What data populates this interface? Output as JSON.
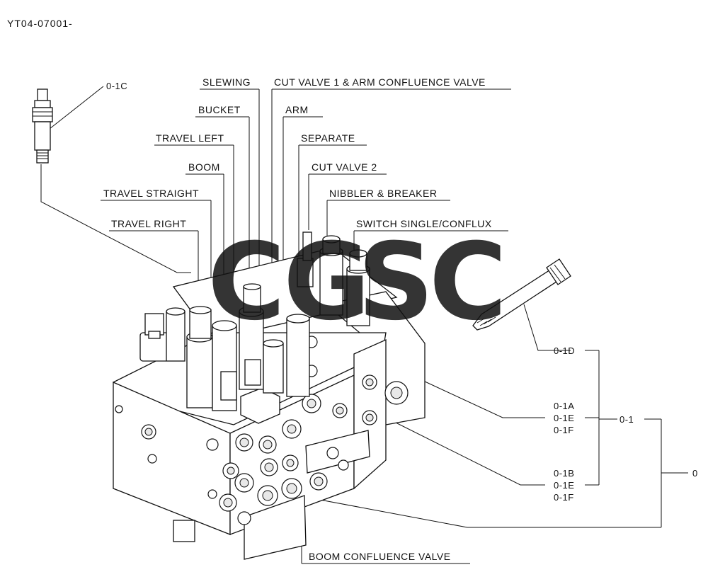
{
  "header": {
    "doc_code": "YT04-07001-"
  },
  "labels": {
    "slewing": "SLEWING",
    "cut_valve_1_arm_confluence": "CUT VALVE 1 & ARM CONFLUENCE VALVE",
    "bucket": "BUCKET",
    "arm": "ARM",
    "travel_left": "TRAVEL LEFT",
    "separate": "SEPARATE",
    "boom": "BOOM",
    "cut_valve_2": "CUT VALVE 2",
    "travel_straight": "TRAVEL STRAIGHT",
    "nibbler_breaker": "NIBBLER & BREAKER",
    "travel_right": "TRAVEL RIGHT",
    "switch_single_conflux": "SWITCH SINGLE/CONFLUX",
    "boom_confluence_valve": "BOOM CONFLUENCE VALVE"
  },
  "part_codes": {
    "fitting": "0-1C",
    "bolt": "0-1D",
    "group_a": [
      "0-1A",
      "0-1E",
      "0-1F"
    ],
    "group_b": [
      "0-1B",
      "0-1E",
      "0-1F"
    ],
    "assembly": "0-1",
    "root": "0"
  },
  "watermark": {
    "letters": [
      "C",
      "G",
      "S",
      "C"
    ],
    "colors": [
      "#2f7fe0",
      "#e8473f",
      "#f5c400",
      "#3aa86a"
    ]
  }
}
